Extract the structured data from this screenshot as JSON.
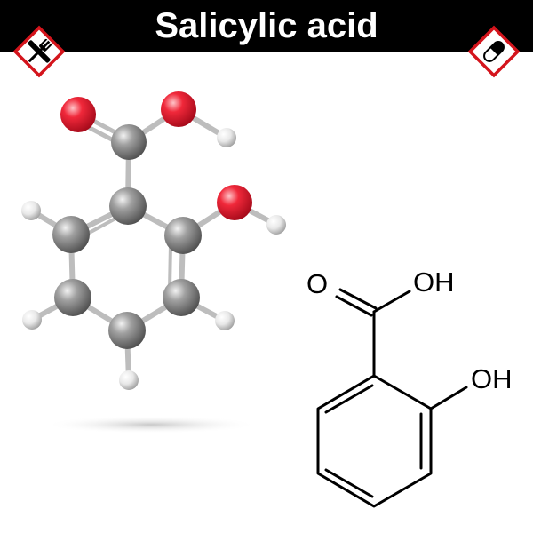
{
  "header": {
    "title": "Salicylic acid",
    "left_icon": "food-fork-knife-icon",
    "right_icon": "medicine-pill-icon",
    "bar_color": "#000000",
    "title_color": "#ffffff",
    "hazard_border_color": "#d4141c"
  },
  "structural_formula": {
    "labels": {
      "carbonyl_o": "O",
      "carboxyl_oh": "OH",
      "phenol_oh": "OH"
    }
  },
  "ball_and_stick_model": {
    "atom_colors": {
      "carbon": "#8a8a8a",
      "oxygen": "#e0182b",
      "hydrogen": "#e6e6e6"
    }
  }
}
